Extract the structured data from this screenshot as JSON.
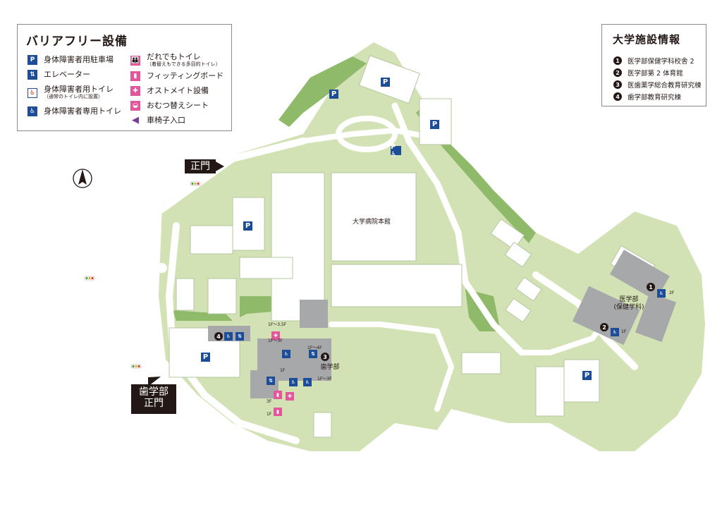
{
  "legend": {
    "title": "バリアフリー設備",
    "items": [
      {
        "icon": "accessible-parking-icon",
        "label": "身体障害者用駐車場",
        "note": ""
      },
      {
        "icon": "elevator-icon",
        "label": "エレベーター",
        "note": ""
      },
      {
        "icon": "accessible-toilet-in-restroom-icon",
        "label": "身体障害者用トイレ",
        "note": "（通常のトイレ内に設置）"
      },
      {
        "icon": "accessible-toilet-icon",
        "label": "身体障害者専用トイレ",
        "note": ""
      },
      {
        "icon": "all-gender-toilet-icon",
        "label": "だれでもトイレ",
        "note": "（着替えもできる多目的トイレ）"
      },
      {
        "icon": "fitting-board-icon",
        "label": "フィッティングボード",
        "note": ""
      },
      {
        "icon": "ostomate-icon",
        "label": "オストメイト設備",
        "note": ""
      },
      {
        "icon": "diaper-changing-icon",
        "label": "おむつ替えシート",
        "note": ""
      },
      {
        "icon": "wheelchair-entrance-arrow-icon",
        "label": "車椅子入口",
        "note": ""
      }
    ]
  },
  "facility": {
    "title": "大学施設情報",
    "items": [
      {
        "num": "1",
        "label": "医学部保健学科校舎 2"
      },
      {
        "num": "2",
        "label": "医学部第 2 体育館"
      },
      {
        "num": "3",
        "label": "医歯薬学総合教育研究棟"
      },
      {
        "num": "4",
        "label": "歯学部教育研究棟"
      }
    ]
  },
  "map": {
    "main_gate": "正門",
    "dental_gate_line1": "歯学部",
    "dental_gate_line2": "正門",
    "hospital_label": "大学病院本館",
    "dental_label": "歯学部",
    "medical_label_line1": "医学部",
    "medical_label_line2": "(保健学科)",
    "parking_letter": "P",
    "building_numbers": [
      "1",
      "2",
      "3",
      "4"
    ],
    "floor_labels": [
      "1F〜3,5F",
      "1F〜3F",
      "1F〜4F",
      "1F〜3F",
      "2F",
      "3F",
      "1F",
      "1F",
      "1F"
    ]
  },
  "colors": {
    "campus_green": "#d3e2b5",
    "dark_green": "#8fba6a",
    "road": "#ffffff",
    "building_gray": "#a7a8aa",
    "access_blue": "#1d4d96",
    "toilet_pink": "#e4569c",
    "arrow_purple": "#7a3d96"
  }
}
